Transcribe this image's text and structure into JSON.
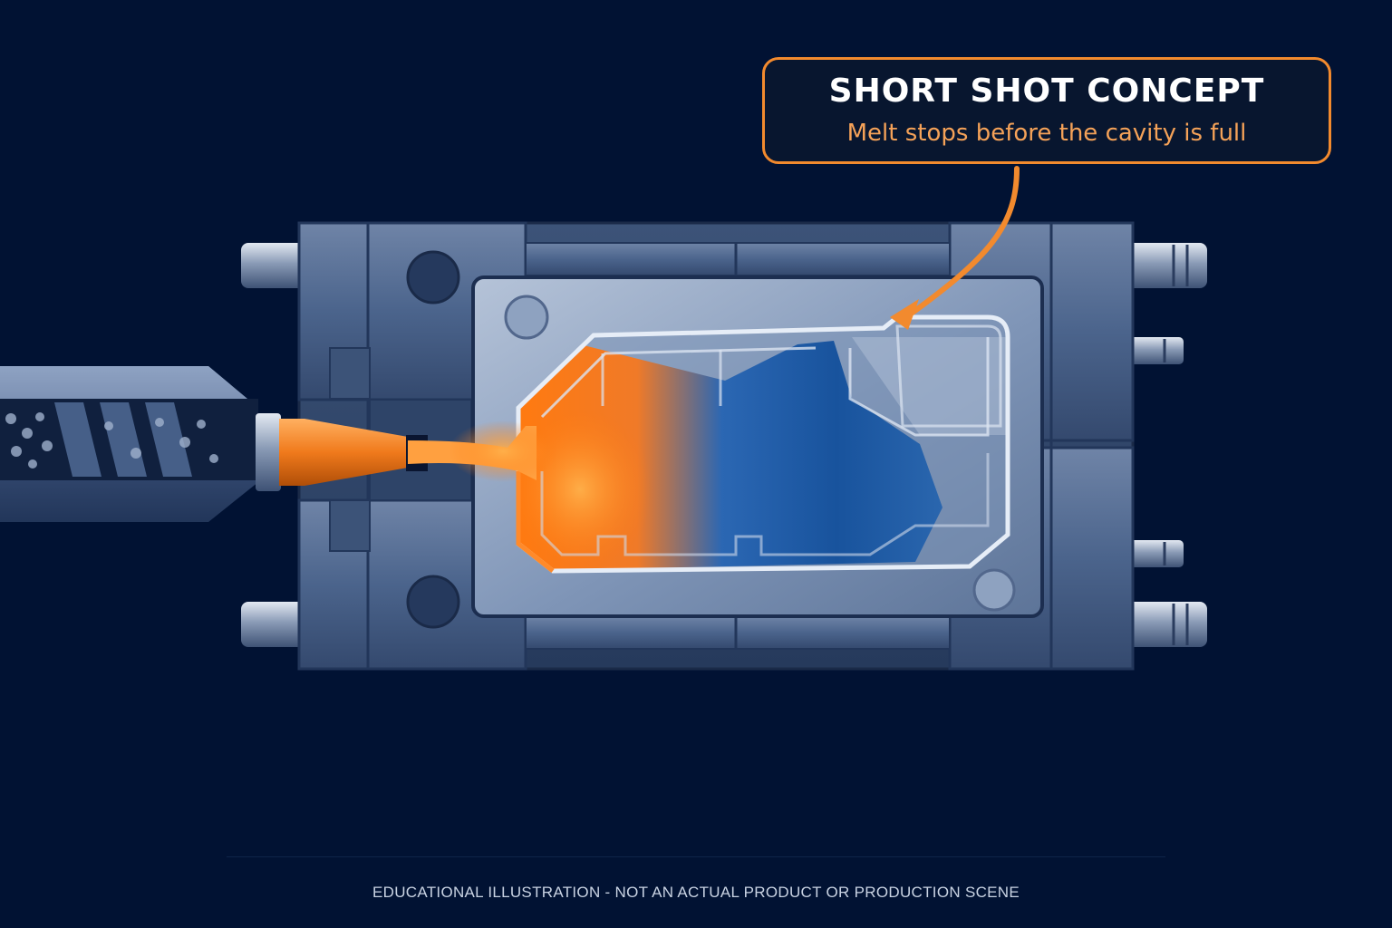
{
  "callout": {
    "title": "SHORT SHOT CONCEPT",
    "subtitle": "Melt stops before the cavity is full"
  },
  "footer": {
    "disclaimer": "EDUCATIONAL ILLUSTRATION - NOT AN ACTUAL PRODUCT OR PRODUCTION SCENE"
  },
  "colors": {
    "background": "#011233",
    "accent_orange": "#f28a2e",
    "melt_blue": "#1c62b0",
    "mold_steel": "#4b648c"
  },
  "illustration": {
    "parts": [
      "injection-barrel",
      "screw",
      "nozzle",
      "melt-stream",
      "mold-frame",
      "mold-cavity",
      "melt-front",
      "unfilled-region",
      "pointer-arrow",
      "guide-pins"
    ]
  }
}
